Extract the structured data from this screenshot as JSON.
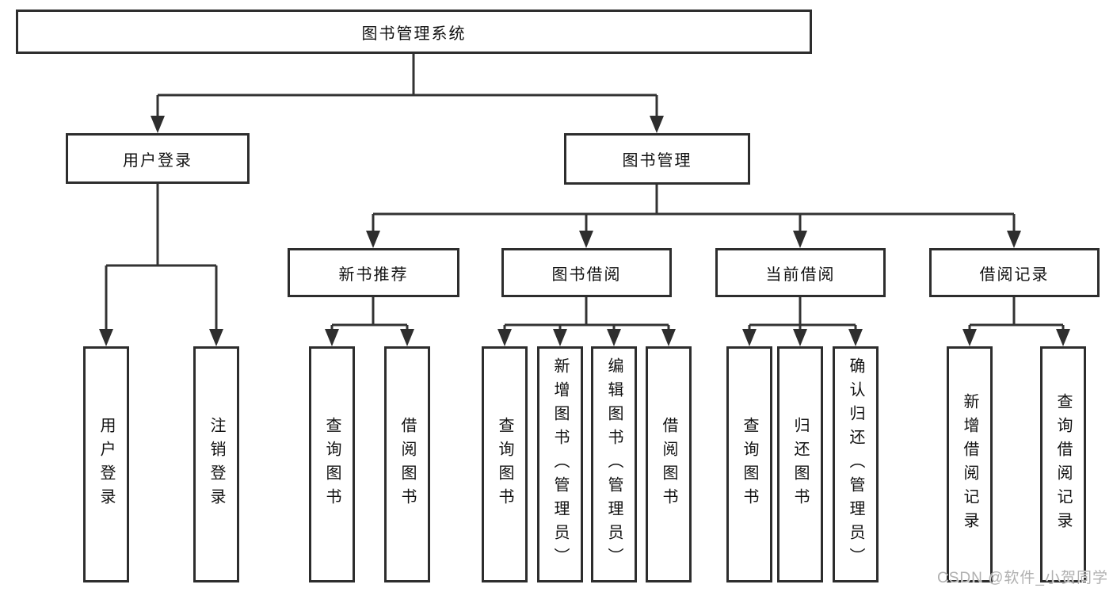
{
  "colors": {
    "line": "#333333",
    "border": "#2d2d2d",
    "text": "#111111",
    "watermark": "#b0b0b0"
  },
  "watermark": {
    "text": "CSDN @软件_小贺同学"
  },
  "tree": {
    "root": {
      "label": "图书管理系统",
      "children": [
        {
          "label": "用户登录",
          "children": [
            {
              "label": "用户登录"
            },
            {
              "label": "注销登录"
            }
          ]
        },
        {
          "label": "图书管理",
          "children": [
            {
              "label": "新书推荐",
              "children": [
                {
                  "label": "查询图书"
                },
                {
                  "label": "借阅图书"
                }
              ]
            },
            {
              "label": "图书借阅",
              "children": [
                {
                  "label": "查询图书"
                },
                {
                  "label": "新增图书（管理员）"
                },
                {
                  "label": "编辑图书（管理员）"
                },
                {
                  "label": "借阅图书"
                }
              ]
            },
            {
              "label": "当前借阅",
              "children": [
                {
                  "label": "查询图书"
                },
                {
                  "label": "归还图书"
                },
                {
                  "label": "确认归还（管理员）"
                }
              ]
            },
            {
              "label": "借阅记录",
              "children": [
                {
                  "label": "新增借阅记录"
                },
                {
                  "label": "查询借阅记录"
                }
              ]
            }
          ]
        }
      ]
    }
  }
}
